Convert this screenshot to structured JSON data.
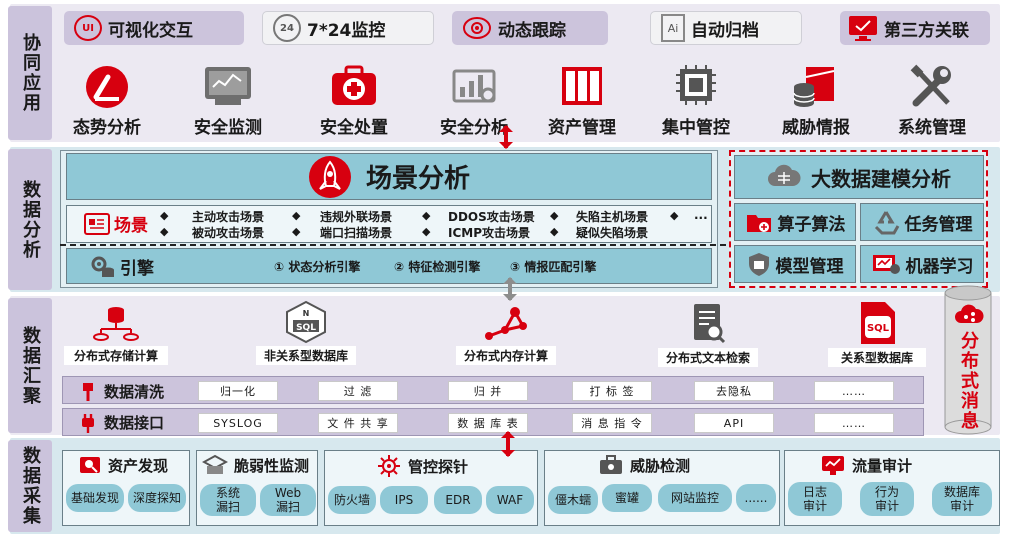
{
  "layers": {
    "app": "协同应用",
    "analysis": "数据分析",
    "aggregation": "数据汇聚",
    "collection": "数据采集"
  },
  "top_chips": [
    "可视化交互",
    "7*24监控",
    "动态跟踪",
    "自动归档",
    "第三方关联"
  ],
  "top_chip_icon_text": [
    "UI",
    "24",
    "",
    "Ai",
    ""
  ],
  "app_items": [
    "态势分析",
    "安全监测",
    "安全处置",
    "安全分析",
    "资产管理",
    "集中管控",
    "威胁情报",
    "系统管理"
  ],
  "scene": {
    "title": "场景分析",
    "label": "场景",
    "items_row1": [
      "主动攻击场景",
      "违规外联场景",
      "DDOS攻击场景",
      "失陷主机场景",
      "..."
    ],
    "items_row2": [
      "被动攻击场景",
      "端口扫描场景",
      "ICMP攻击场景",
      "疑似失陷场景"
    ]
  },
  "engine": {
    "label": "引擎",
    "items": [
      "① 状态分析引擎",
      "② 特征检测引擎",
      "③ 情报匹配引擎"
    ]
  },
  "bigdata": {
    "title": "大数据建模分析",
    "items": [
      "算子算法",
      "任务管理",
      "模型管理",
      "机器学习"
    ]
  },
  "storage": [
    "分布式存储计算",
    "非关系型数据库",
    "分布式内存计算",
    "分布式文本检索",
    "关系型数据库"
  ],
  "storage_badge": "SQL",
  "mq": "分布式消息",
  "cleaning": {
    "label": "数据清洗",
    "cells": [
      "归一化",
      "过 滤",
      "归 并",
      "打 标 签",
      "去隐私",
      "……"
    ]
  },
  "interface": {
    "label": "数据接口",
    "cells": [
      "SYSLOG",
      "文 件 共 享",
      "数 据 库 表",
      "消 息 指 令",
      "API",
      "……"
    ]
  },
  "collect_groups": [
    {
      "title": "资产发现",
      "items": [
        "基础发现",
        "深度探知"
      ]
    },
    {
      "title": "脆弱性监测",
      "items": [
        "系统\n漏扫",
        "Web\n漏扫"
      ]
    },
    {
      "title": "管控探针",
      "items": [
        "防火墙",
        "IPS",
        "EDR",
        "WAF"
      ]
    },
    {
      "title": "威胁检测",
      "items": [
        "僵木蠕",
        "蜜罐",
        "网站监控",
        "......"
      ]
    },
    {
      "title": "流量审计",
      "items": [
        "日志\n审计",
        "行为\n审计",
        "数据库\n审计"
      ]
    }
  ],
  "colors": {
    "accent": "#d7000f",
    "lavender": "#cbc3dc",
    "teal": "#8fc8d6",
    "panel": "#d7e8ee"
  }
}
